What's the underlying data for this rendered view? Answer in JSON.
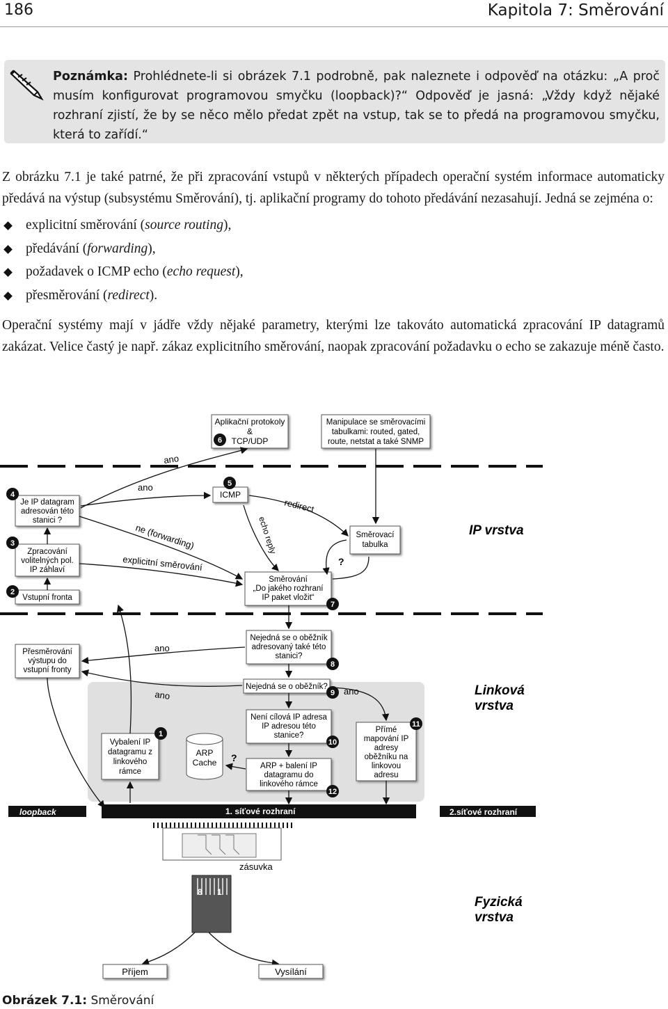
{
  "header": {
    "page_number": "186",
    "chapter_title": "Kapitola 7: Směrování"
  },
  "note": {
    "label": "Poznámka:",
    "text": "Prohlédnete-li si obrázek 7.1 podrobně, pak naleznete i odpověď na otázku: „A proč musím konfigurovat programovou smyčku (loopback)?“ Odpověď je jasná: „Vždy když nějaké rozhraní zjistí, že by se něco mělo předat zpět na vstup, tak se to předá na programovou smyčku, která to zařídí.“",
    "icon": "pen-icon"
  },
  "body": {
    "para1": "Z obrázku 7.1 je také patrné, že při zpracování vstupů v některých případech operační systém informace automaticky předává na výstup (subsystému Směrování), tj. aplikační programy do tohoto předávání nezasahují. Jedná se zejména o:",
    "bullets": [
      {
        "text": "explicitní směrování (",
        "em": "source routing",
        "after": "),"
      },
      {
        "text": "předávání (",
        "em": "forwarding",
        "after": "),"
      },
      {
        "text": "požadavek o ICMP echo (",
        "em": "echo request",
        "after": "),"
      },
      {
        "text": "přesměrování (",
        "em": "redirect",
        "after": ")."
      }
    ],
    "para2": "Operační systémy mají v jádře vždy nějaké parametry, kterými lze takováto automatická zpracování IP datagramů zakázat. Velice častý je např. zákaz explicitního směrování, naopak zpracování požadavku o echo se zakazuje méně často."
  },
  "diagram": {
    "app_box": [
      "Aplikační protokoly",
      "&",
      "TCP/UDP"
    ],
    "routing_tools_box": [
      "Manipulace se směrovacími",
      "tabulkami: routed, gated,",
      "route, netstat a také SNMP"
    ],
    "box4": [
      "Je IP datagram",
      "adresován této",
      "stanici ?"
    ],
    "box3": [
      "Zpracování",
      "volitelných pol.",
      "IP záhlaví"
    ],
    "box2": "Vstupní fronta",
    "icmp": "ICMP",
    "routing_table": [
      "Směrovací",
      "tabulka"
    ],
    "routing_box": [
      "Směrování",
      "„Do jakého rozhraní",
      "IP paket vložit“"
    ],
    "redirect_box": [
      "Přesměrování",
      "výstupu do",
      "vstupní fronty"
    ],
    "box8": [
      "Nejedná se o oběžník",
      "adresovaný také této",
      "stanici?"
    ],
    "box9": "Nejedná se o oběžník?",
    "box10": [
      "Není cílová IP adresa",
      "IP adresou této",
      "stanice?"
    ],
    "box11": [
      "Přímé",
      "mapování IP",
      "adresy",
      "oběžníku na",
      "linkovou",
      "adresu"
    ],
    "box1": [
      "Vybalení IP",
      "datagramu z",
      "linkového",
      "rámce"
    ],
    "arp_cache": [
      "ARP",
      "Cache"
    ],
    "box12": [
      "ARP + balení IP",
      "datagramu do",
      "linkového rámce"
    ],
    "labels": {
      "ano": "ano",
      "redirect": "redirect",
      "echo_reply": "echo reply",
      "forwarding": "ne (forwarding)",
      "source_routing": "explicitní směrování",
      "question": "?",
      "ip_layer": "IP vrstva",
      "link_layer": [
        "Linková",
        "vrstva"
      ],
      "phys_layer": [
        "Fyzická",
        "vrstva"
      ],
      "loopback": "loopback",
      "iface1": "1. síťové rozhraní",
      "iface2": "2.síťové rozhraní",
      "socket": "zásuvka",
      "pin8": "8",
      "pin1": "1",
      "receive": "Příjem",
      "send": "Vysílání"
    },
    "numbers": [
      "1",
      "2",
      "3",
      "4",
      "5",
      "6",
      "7",
      "8",
      "9",
      "10",
      "11",
      "12"
    ]
  },
  "caption": {
    "label": "Obrázek 7.1:",
    "text": " Směrování"
  }
}
